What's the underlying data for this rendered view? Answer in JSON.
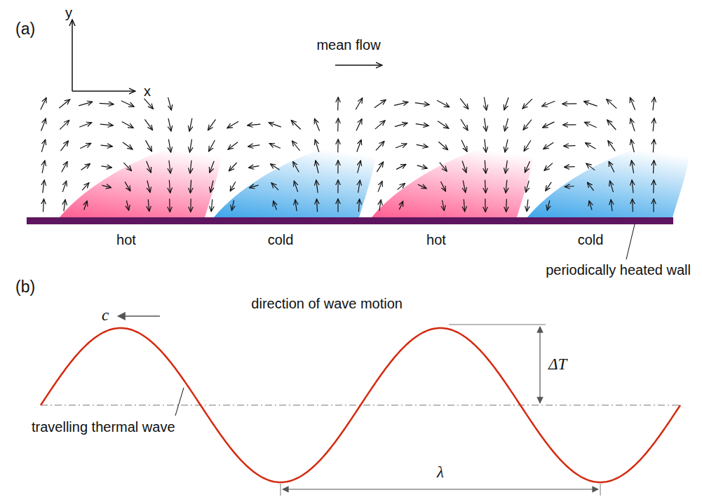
{
  "diagram": {
    "labels": [
      "(a)",
      "y",
      "x",
      "mean flow",
      "hot",
      "cold",
      "hot",
      "cold",
      "periodically heated wall",
      "(b)",
      "direction of wave motion",
      "c",
      "ΔT",
      "travelling thermal wave",
      "λ"
    ]
  }
}
